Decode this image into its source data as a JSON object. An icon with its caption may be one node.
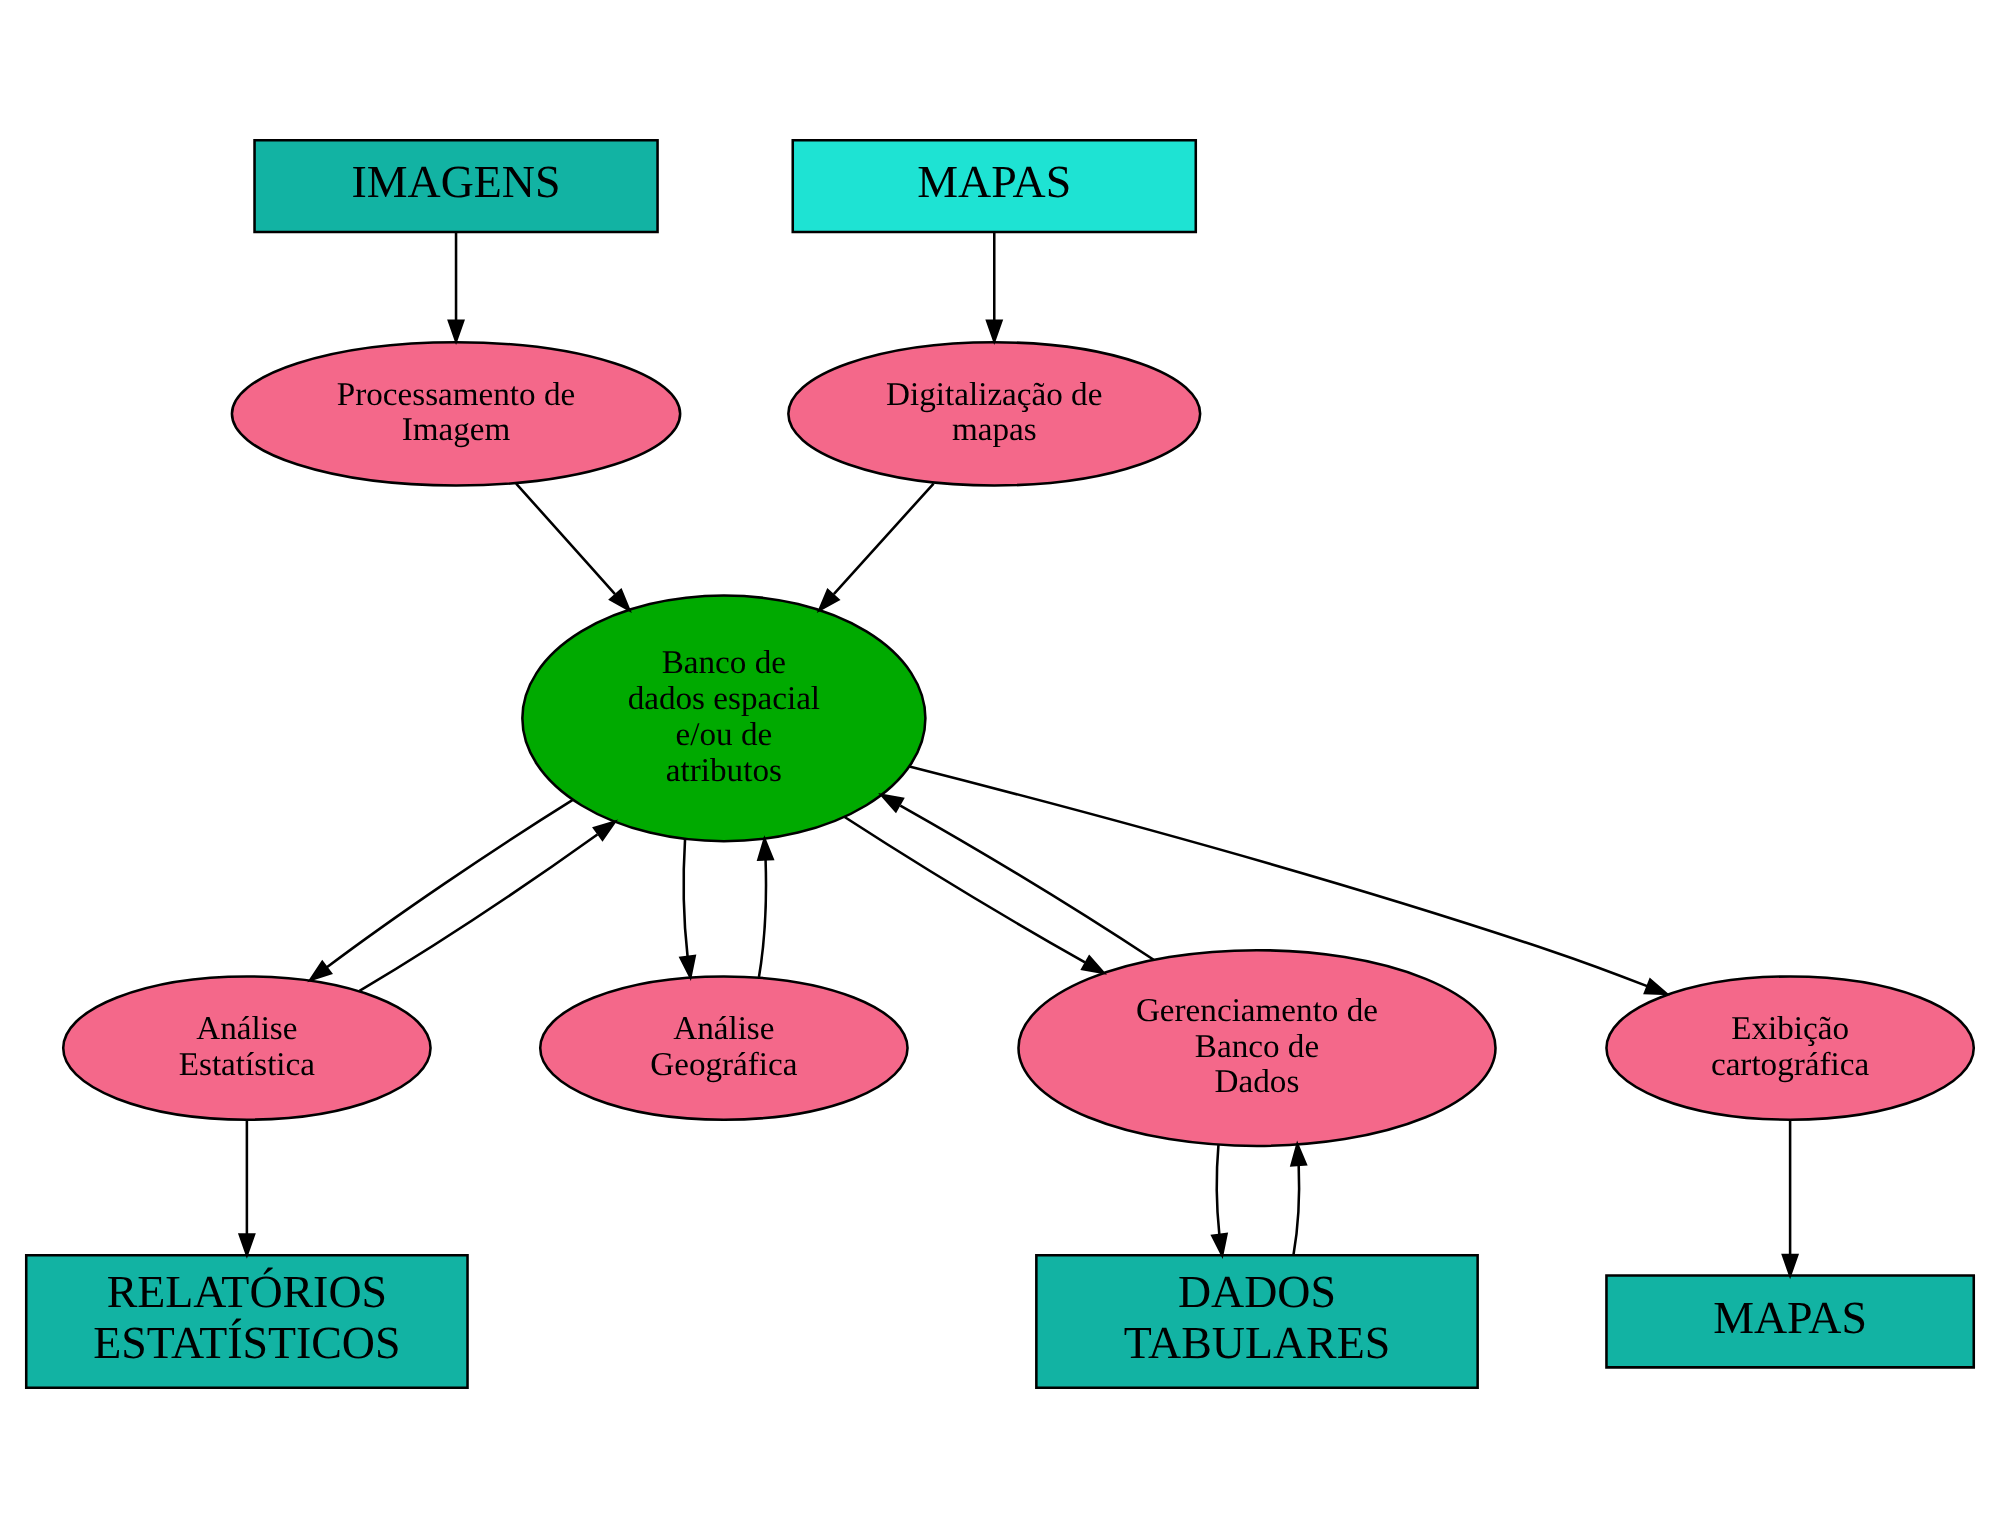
{
  "diagram": {
    "nodes": [
      {
        "text": [
          "IMAGENS"
        ]
      },
      {
        "text": [
          "MAPAS"
        ]
      },
      {
        "text": [
          "RELATÓRIOS ESTATÍSTICOS"
        ]
      },
      {
        "text": [
          "Processamento de Imagem"
        ]
      },
      {
        "text": [
          "Digitalização de mapas"
        ]
      },
      {
        "text": [
          "Análise Estatística"
        ]
      },
      {
        "text": [
          "Banco de dados espacial e/ou de atributos"
        ]
      },
      {
        "text": [
          "Análise Geográfica"
        ]
      },
      {
        "text": [
          "Gerenciamento de Banco de Dados"
        ]
      },
      {
        "text": [
          "Exibição cartográfica"
        ]
      },
      {
        "text": [
          "MAPAS"
        ]
      },
      {
        "text": [
          "DADOS TABULARES"
        ]
      }
    ],
    "edges": [
      {
        "from": 0,
        "to": 3,
        "arrow": "to"
      },
      {
        "from": 1,
        "to": 4,
        "arrow": "to"
      },
      {
        "from": 3,
        "to": 6,
        "arrow": "to"
      },
      {
        "from": 4,
        "to": 6,
        "arrow": "to"
      },
      {
        "from": 5,
        "to": 6,
        "arrow": "to"
      },
      {
        "from": 6,
        "to": 5,
        "arrow": "to"
      },
      {
        "from": 5,
        "to": 2,
        "arrow": "to"
      },
      {
        "from": 7,
        "to": 6,
        "arrow": "to"
      },
      {
        "from": 6,
        "to": 7,
        "arrow": "to"
      },
      {
        "from": 6,
        "to": 8,
        "arrow": "to"
      },
      {
        "from": 8,
        "to": 6,
        "arrow": "to"
      },
      {
        "from": 6,
        "to": 9,
        "arrow": "to"
      },
      {
        "from": 9,
        "to": 10,
        "arrow": "to"
      },
      {
        "from": 11,
        "to": 8,
        "arrow": "to"
      },
      {
        "from": 8,
        "to": 11,
        "arrow": "to"
      }
    ]
  }
}
